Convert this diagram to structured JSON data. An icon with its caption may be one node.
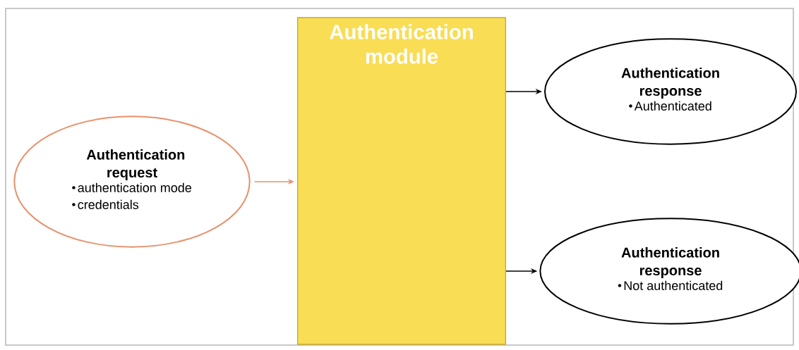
{
  "diagram": {
    "nodes": [
      {
        "text": [
          "Authentication request",
          "authentication mode",
          "credentials"
        ]
      },
      {
        "text": [
          "Authentication module"
        ]
      },
      {
        "text": [
          "Authentication response",
          "Authenticated"
        ]
      },
      {
        "text": [
          "Authentication response",
          "Not authenticated"
        ]
      }
    ],
    "edges": [
      {
        "from": 0,
        "to": 1,
        "arrow": "to",
        "color": "#e8906a"
      },
      {
        "from": 1,
        "to": 2,
        "arrow": "to"
      },
      {
        "from": 1,
        "to": 3,
        "arrow": "to"
      }
    ]
  }
}
